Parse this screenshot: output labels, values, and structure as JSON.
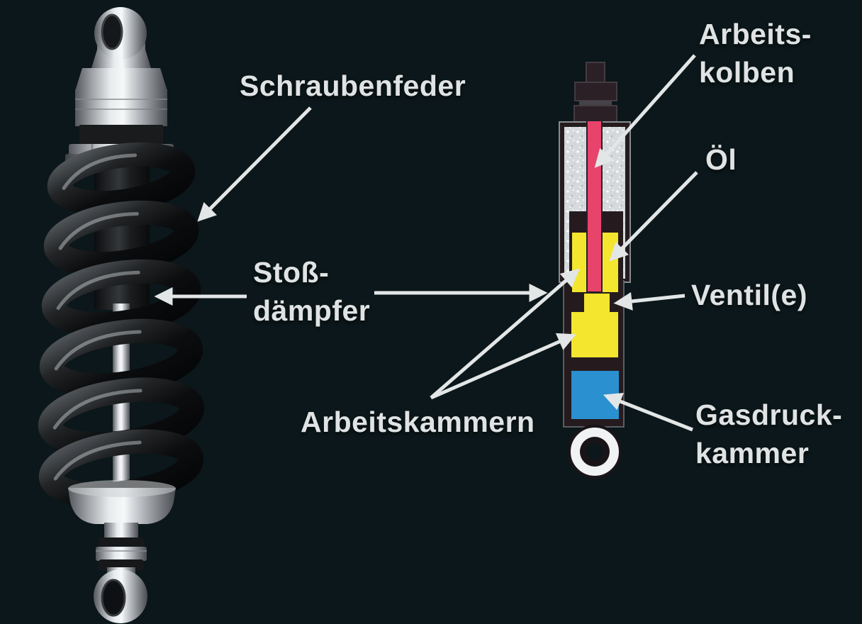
{
  "figure": {
    "type": "labeled-technical-diagram",
    "subject": "Stoßdämpfer mit Schraubenfeder (shock absorber with coil spring): photo and cross-section schematic",
    "background_color": "#0b171a",
    "text_color": "#e0e3e3",
    "arrow_color": "#e3e6e6"
  },
  "labels": {
    "schraubenfeder": "Schraubenfeder",
    "stossdaempfer": [
      "Stoß-",
      "dämpfer"
    ],
    "arbeitskammern": "Arbeitskammern",
    "arbeitskolben": [
      "Arbeits-",
      "kolben"
    ],
    "oel": "Öl",
    "ventile": "Ventil(e)",
    "gasdruckkammer": [
      "Gasdruck-",
      "kammer"
    ]
  },
  "schematic_colors": {
    "working_piston_rod": "#e8436b",
    "oil_chambers": "#f4e52e",
    "gas_pressure_chamber": "#2a90d0",
    "casing": "#251b1e",
    "reservoir": "#d7dadd",
    "eyelet_ring": "#f0f2f3"
  },
  "arrows": [
    {
      "label": "Schraubenfeder",
      "points_to": "coil spring (photo)"
    },
    {
      "label": "Stoß-dämpfer",
      "points_to": "damper body (photo)"
    },
    {
      "label": "Stoß-dämpfer",
      "points_to": "schematic damper"
    },
    {
      "label": "Arbeitskolben",
      "points_to": "piston rod (pink)"
    },
    {
      "label": "Öl",
      "points_to": "upper oil chamber (yellow)"
    },
    {
      "label": "Ventil(e)",
      "points_to": "valve between chambers"
    },
    {
      "label": "Arbeitskammern",
      "points_to": "upper working chamber (yellow)"
    },
    {
      "label": "Arbeitskammern",
      "points_to": "lower working chamber (yellow)"
    },
    {
      "label": "Gasdruckkammer",
      "points_to": "gas pressure chamber (blue)"
    }
  ]
}
